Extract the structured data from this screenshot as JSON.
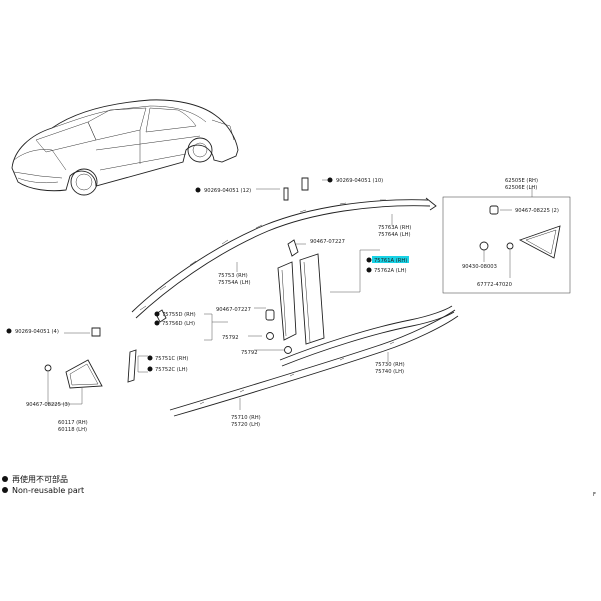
{
  "parts": {
    "clip_top_left": "90269-04051 (12)",
    "clip_top_mid": "90269-04051 (10)",
    "clip_left": "90269-04051 (4)",
    "screw_a": "90467-07227",
    "screw_b": "90467-07227",
    "screw_c": "90467-08225 (2)",
    "screw_d": "90467-08225 (3)",
    "nut": "90430-08003",
    "grommet": "67772-47020",
    "mold_763a": "75763A (RH)",
    "mold_764a": "75764A (LH)",
    "mold_753": "75753 (RH)",
    "mold_754a": "75754A (LH)",
    "mold_755d": "75755D (RH)",
    "mold_756d": "75756D (LH)",
    "mold_751c": "75751C (RH)",
    "mold_752c": "75752C (LH)",
    "mold_761a": "75761A (RH)",
    "mold_762a": "75762A (LH)",
    "mold_730": "75730 (RH)",
    "mold_740": "75740 (LH)",
    "mold_710": "75710 (RH)",
    "mold_720": "75720 (LH)",
    "part_792_a": "75792",
    "part_792_b": "75792",
    "cover_62505e": "62505E (RH)",
    "cover_62506e": "62506E (LH)",
    "cover_60117": "60117 (RH)",
    "cover_60118": "60118 (LH)"
  },
  "legend": {
    "reuse_jp": "再使用不可部品",
    "reuse_en": "Non-reusable part"
  },
  "corner_mark": "F",
  "colors": {
    "highlight": "#19d3e6",
    "ink": "#222222"
  }
}
